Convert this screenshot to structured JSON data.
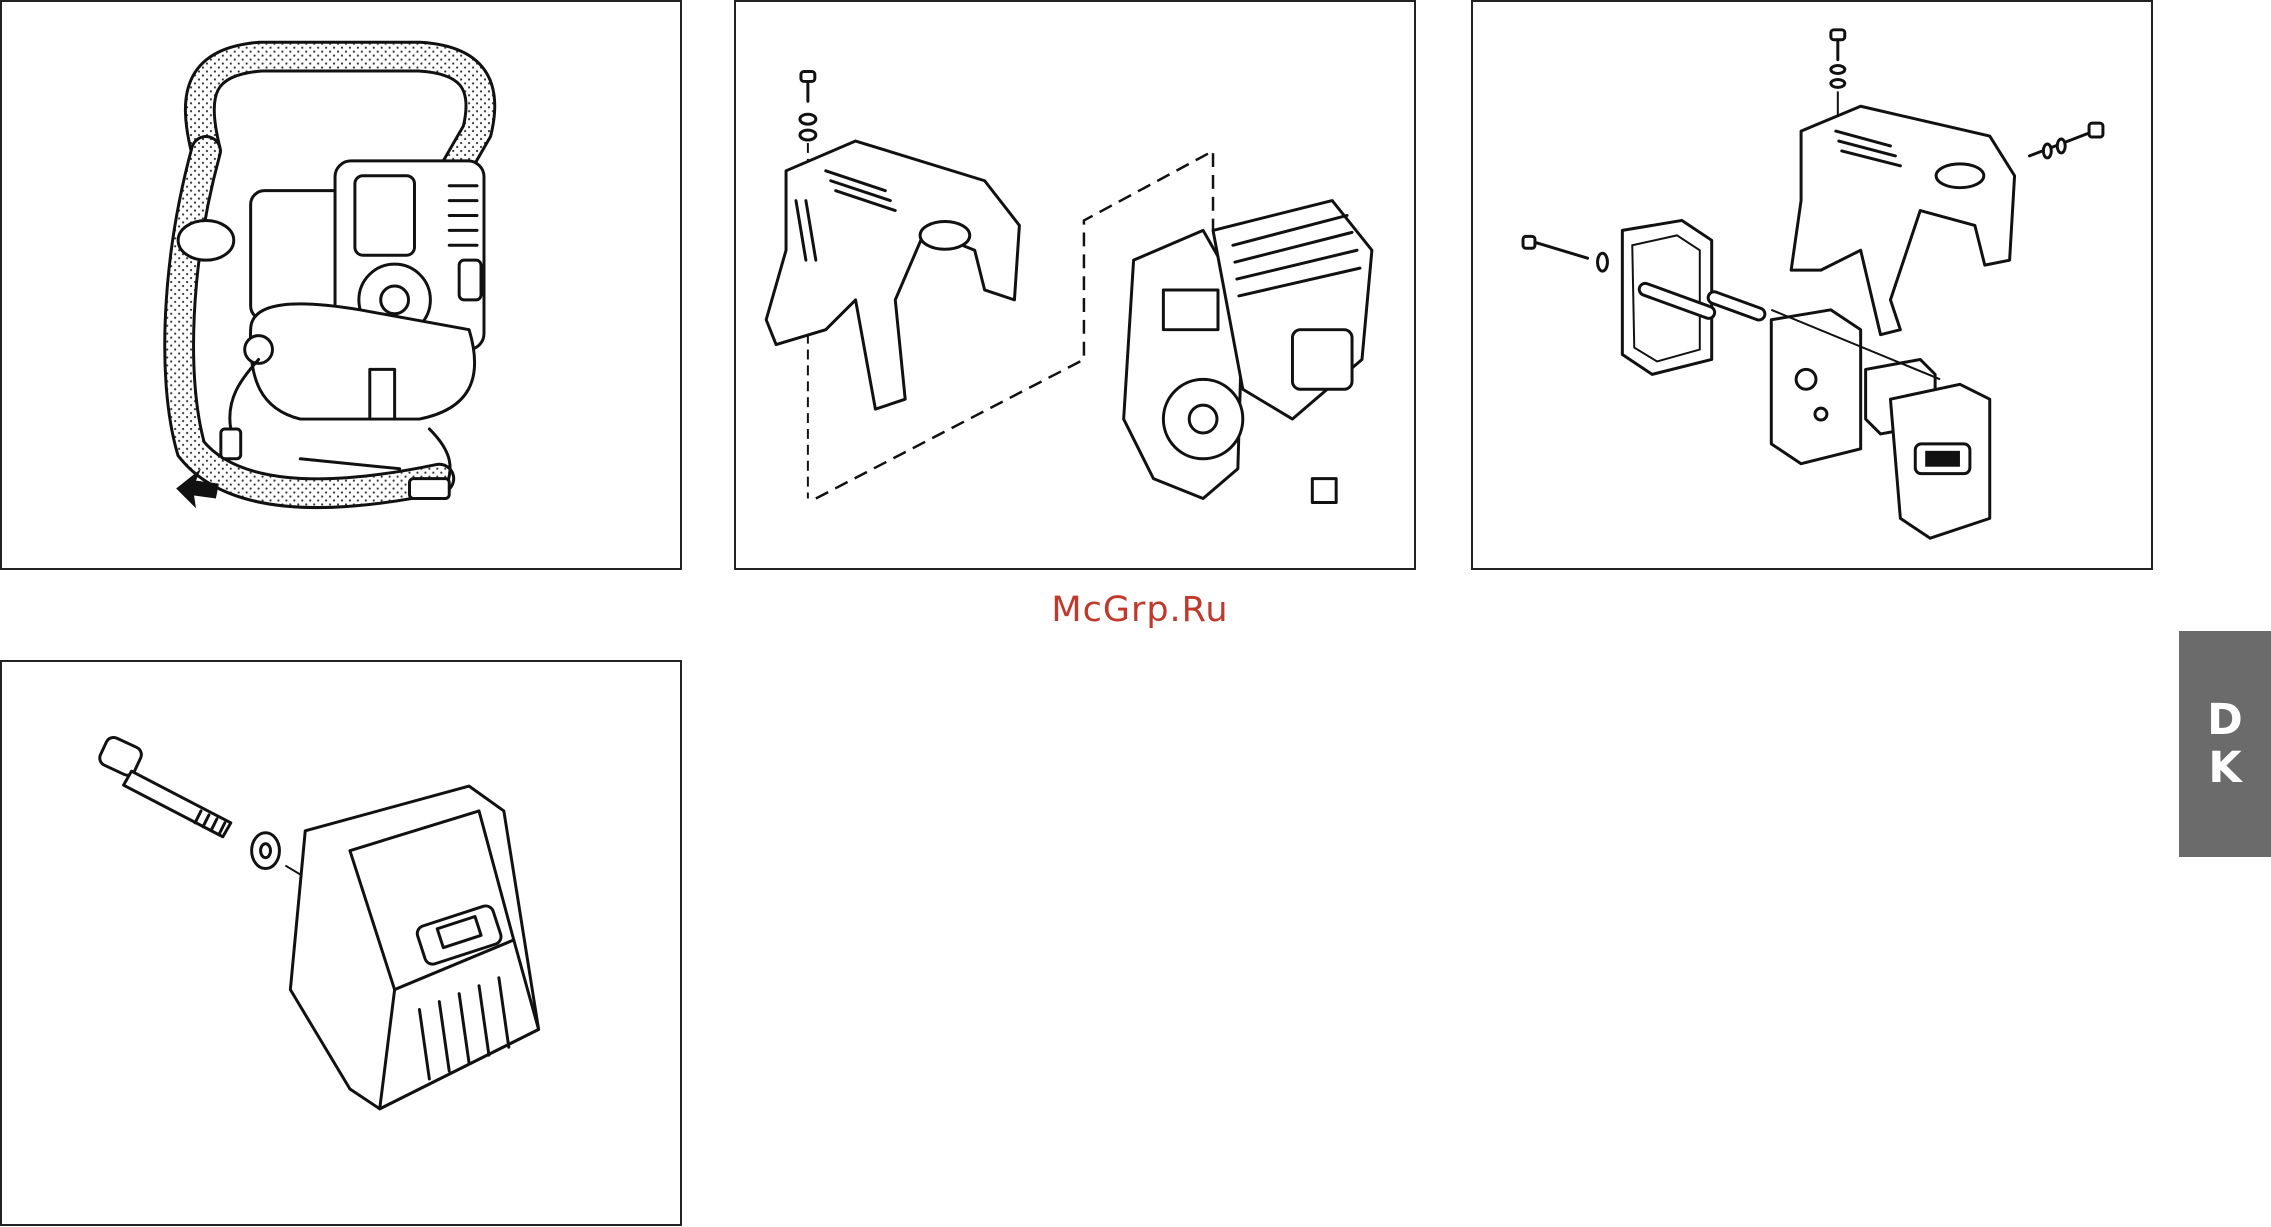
{
  "watermark": "McGrp.Ru",
  "language_tab": {
    "line1": "D",
    "line2": "K"
  },
  "illustrations": [
    {
      "icon": "backpack-engine-fuel-line-illustration"
    },
    {
      "icon": "engine-cover-removal-illustration"
    },
    {
      "icon": "muffler-assembly-exploded-illustration"
    },
    {
      "icon": "muffler-bolt-illustration"
    }
  ]
}
